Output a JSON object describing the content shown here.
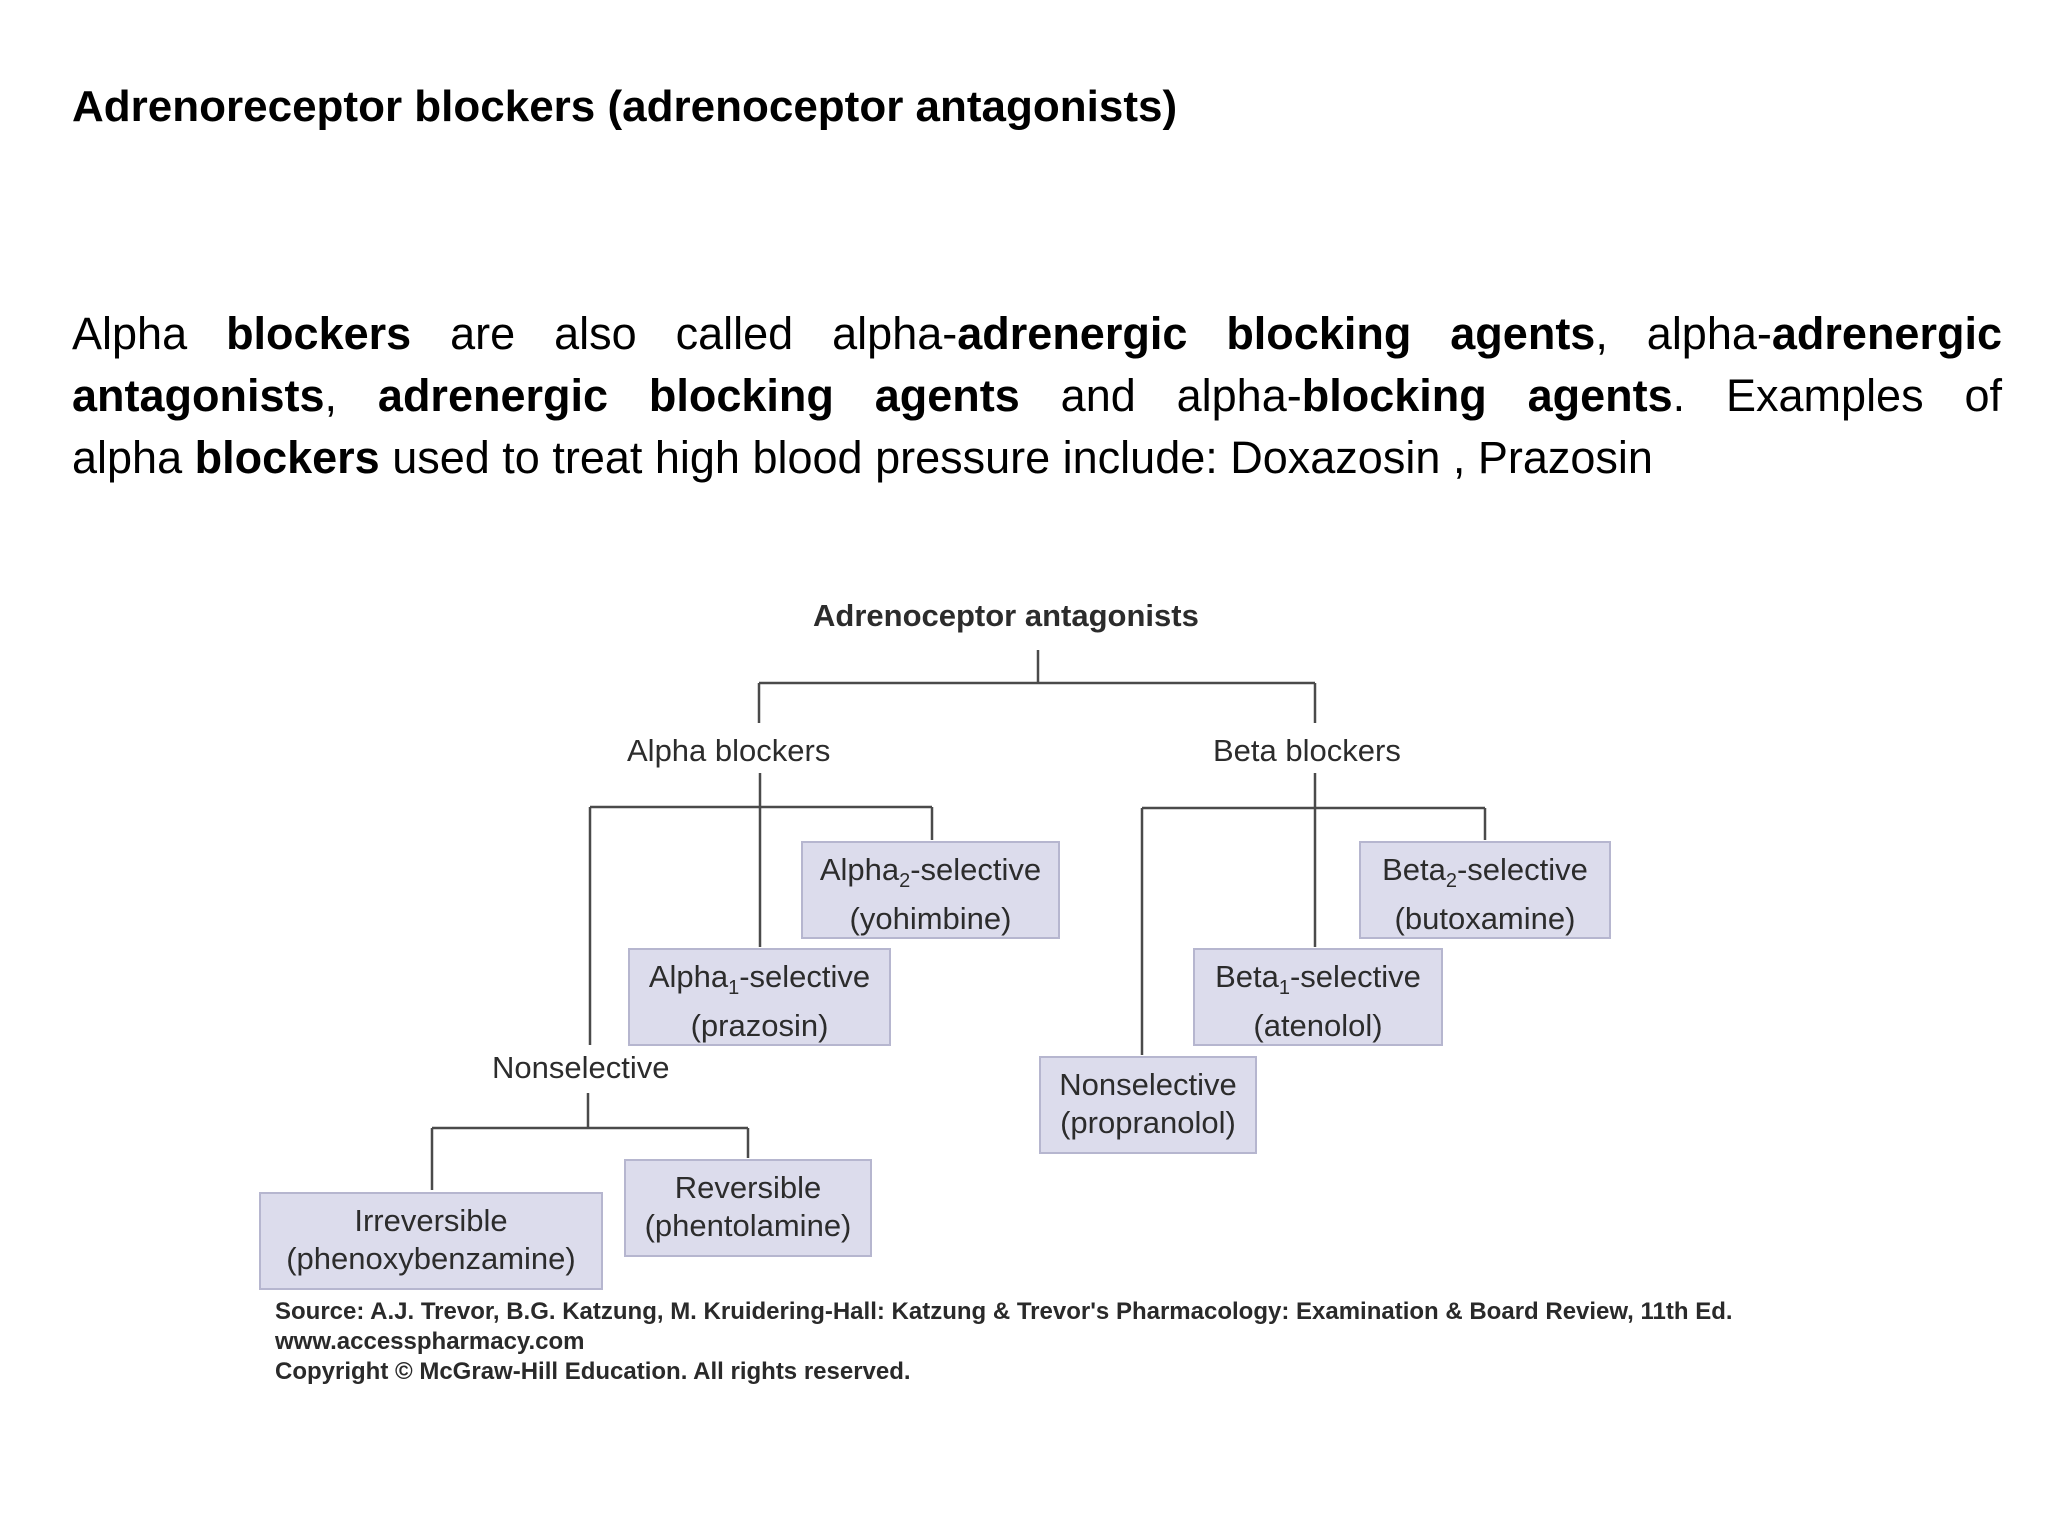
{
  "title": "Adrenoreceptor blockers (adrenoceptor antagonists)",
  "paragraph": {
    "line1": [
      {
        "t": "Alpha ",
        "b": false
      },
      {
        "t": "blockers",
        "b": true
      },
      {
        "t": " are also called alpha-",
        "b": false
      },
      {
        "t": "adrenergic blocking agents",
        "b": true
      },
      {
        "t": ", alpha-",
        "b": false
      },
      {
        "t": "adrenergic",
        "b": true
      }
    ],
    "line2": [
      {
        "t": "antagonists",
        "b": true
      },
      {
        "t": ", ",
        "b": false
      },
      {
        "t": "adrenergic blocking agents",
        "b": true
      },
      {
        "t": " and alpha-",
        "b": false
      },
      {
        "t": "blocking agents",
        "b": true
      },
      {
        "t": ". Examples of",
        "b": false
      }
    ],
    "line3": [
      {
        "t": "alpha ",
        "b": false
      },
      {
        "t": "blockers",
        "b": true
      },
      {
        "t": " used to treat high blood pressure include: Doxazosin , Prazosin",
        "b": false
      }
    ]
  },
  "diagram": {
    "root": "Adrenoceptor antagonists",
    "alpha": "Alpha blockers",
    "beta": "Beta blockers",
    "alpha2": {
      "line1_pre": "Alpha",
      "line1_sub": "2",
      "line1_post": "-selective",
      "line2": "(yohimbine)"
    },
    "alpha1": {
      "line1_pre": "Alpha",
      "line1_sub": "1",
      "line1_post": "-selective",
      "line2": "(prazosin)"
    },
    "nonselective_alpha": "Nonselective",
    "irreversible": {
      "line1": "Irreversible",
      "line2": "(phenoxybenzamine)"
    },
    "reversible": {
      "line1": "Reversible",
      "line2": "(phentolamine)"
    },
    "beta2": {
      "line1_pre": "Beta",
      "line1_sub": "2",
      "line1_post": "-selective",
      "line2": "(butoxamine)"
    },
    "beta1": {
      "line1_pre": "Beta",
      "line1_sub": "1",
      "line1_post": "-selective",
      "line2": "(atenolol)"
    },
    "nonselective_beta": {
      "line1": "Nonselective",
      "line2": "(propranolol)"
    }
  },
  "source": {
    "line1": "Source: A.J. Trevor, B.G. Katzung, M. Kruidering-Hall: Katzung & Trevor's Pharmacology: Examination & Board Review, 11th Ed.",
    "line2": "www.accesspharmacy.com",
    "line3": "Copyright © McGraw-Hill Education.  All rights reserved."
  }
}
